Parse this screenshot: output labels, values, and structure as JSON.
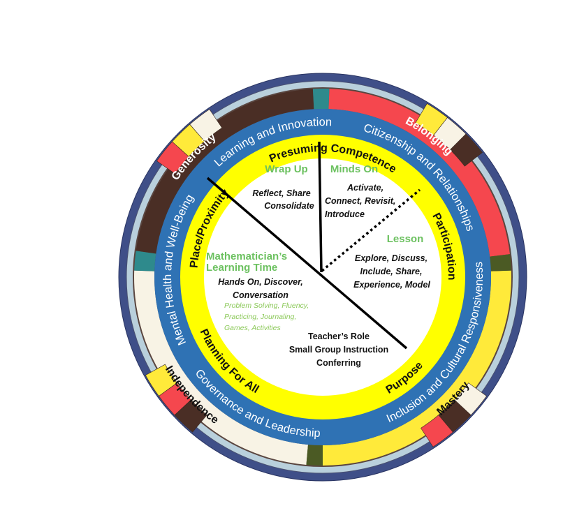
{
  "colors": {
    "navy": "#3f4f88",
    "light_blue": "#b9d0dc",
    "blue_ring": "#2f72b4",
    "yellow_ring": "#ffff00",
    "center": "#ffffff",
    "phase_green": "#6cc160",
    "teal": "#2e8a8c",
    "olive": "#4b5a24"
  },
  "values": [
    {
      "label": "Generosity",
      "color": "#4a2e25",
      "text_color": "#ffffff"
    },
    {
      "label": "Belonging",
      "color": "#f5474e",
      "text_color": "#ffffff"
    },
    {
      "label": "Mastery",
      "color": "#ffea3a",
      "text_color": "#111111"
    },
    {
      "label": "Independence",
      "color": "#f8f3e5",
      "text_color": "#111111"
    }
  ],
  "pillars": {
    "learning": "Learning and Innovation",
    "citizenship": "Citizenship and Relationships",
    "inclusion": "Inclusion and Cultural Responsiveness",
    "governance": "Governance and Leadership",
    "wellbeing": "Mental Health and Well-Being"
  },
  "principles": {
    "presuming": "Presuming Competence",
    "participation": "Participation",
    "purpose": "Purpose",
    "planning": "Planning For All",
    "place": "Place/Proximity"
  },
  "lesson": {
    "wrap_up": {
      "title": "Wrap Up",
      "lines": [
        "Reflect, Share",
        "Consolidate"
      ]
    },
    "minds_on": {
      "title": "Minds On",
      "lines": [
        "Activate,",
        "Connect, Revisit,",
        "Introduce"
      ]
    },
    "lesson": {
      "title": "Lesson",
      "lines": [
        "Explore, Discuss,",
        "Include, Share,",
        "Experience, Model"
      ]
    },
    "learning_time": {
      "title": [
        "Mathematician’s",
        "Learning Time"
      ],
      "lines": [
        "Hands On, Discover,",
        "Conversation"
      ],
      "examples": [
        "Problem Solving, Fluency,",
        "Practicing, Journaling,",
        "Games, Activities"
      ]
    },
    "teacher": {
      "lines": [
        "Teacher’s Role",
        "Small Group Instruction",
        "Conferring"
      ]
    }
  }
}
